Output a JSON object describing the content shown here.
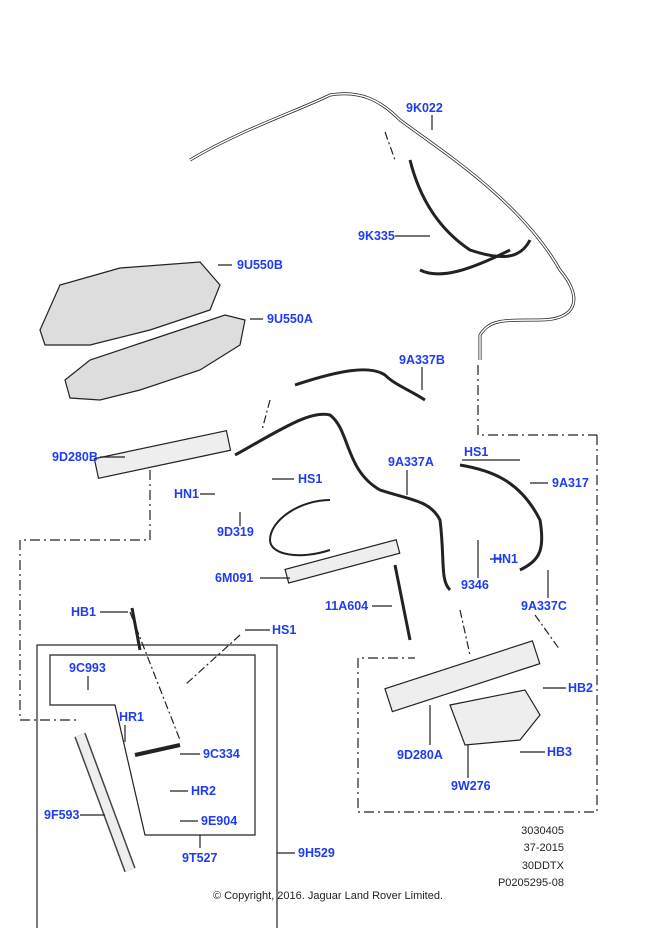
{
  "callouts": [
    "9K022",
    "9K335",
    "9U550B",
    "9U550A",
    "9A337B",
    "9D280B",
    "9A337A",
    "HS1",
    "9A317",
    "HS1",
    "HN1",
    "9D319",
    "HN1",
    "9346",
    "6M091",
    "11A604",
    "9A337C",
    "HB1",
    "HS1",
    "9C993",
    "HR1",
    "9C334",
    "HB2",
    "9D280A",
    "HB3",
    "HR2",
    "9W276",
    "9F593",
    "9E904",
    "9T527",
    "9H529"
  ],
  "reference": {
    "code1": "3030405",
    "code2": "37-2015",
    "code3": "30DDTX",
    "code4": "P0205295-08"
  },
  "copyright": "© Copyright, 2016. Jaguar Land Rover Limited.",
  "colors": {
    "callout": "#1f3cf0",
    "line": "#222222"
  }
}
